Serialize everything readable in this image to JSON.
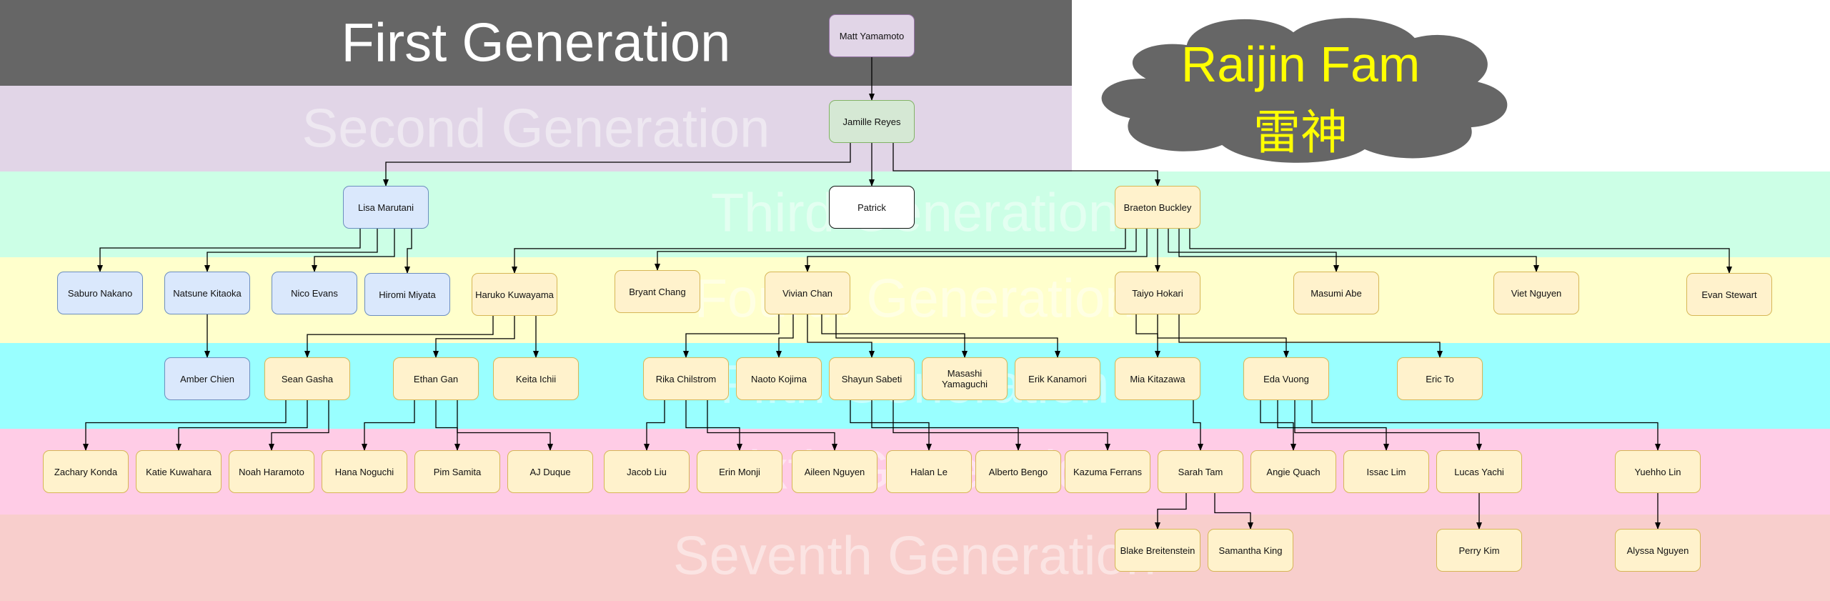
{
  "bands": [
    {
      "id": "first",
      "label": "First Generation"
    },
    {
      "id": "second",
      "label": "Second Generation"
    },
    {
      "id": "third",
      "label": "Third Generation"
    },
    {
      "id": "fourth",
      "label": "Fourth Generation"
    },
    {
      "id": "fifth",
      "label": "Fifth Generation"
    },
    {
      "id": "sixth",
      "label": "Sixth Generation"
    },
    {
      "id": "seventh",
      "label": "Seventh Generation"
    }
  ],
  "cloud": {
    "title": "Raijin Fam",
    "kanji": "雷神"
  },
  "colors": {
    "first_band": "#666666",
    "second_band": "#e1d5e7",
    "third_band": "#ccffe6",
    "fourth_band": "#ffffcc",
    "fifth_band": "#99ffff",
    "sixth_band": "#ffcce6",
    "seventh_band": "#f8cecc",
    "cloud_fill": "#666666",
    "cloud_text": "#ffff00",
    "node_default": "#fff2cc",
    "node_blue": "#dae8fc",
    "node_purple": "#e1d5e7",
    "node_green": "#d5e8d4"
  },
  "people": {
    "matt": "Matt Yamamoto",
    "jamille": "Jamille Reyes",
    "lisa": "Lisa Marutani",
    "patrick": "Patrick",
    "braeton": "Braeton Buckley",
    "saburo": "Saburo Nakano",
    "natsune": "Natsune Kitaoka",
    "nico": "Nico Evans",
    "hiromi": "Hiromi Miyata",
    "haruko": "Haruko Kuwayama",
    "bryant": "Bryant Chang",
    "vivian": "Vivian Chan",
    "taiyo": "Taiyo Hokari",
    "masumi": "Masumi Abe",
    "viet": "Viet Nguyen",
    "evan": "Evan Stewart",
    "amber": "Amber Chien",
    "sean": "Sean Gasha",
    "ethan": "Ethan Gan",
    "keita": "Keita Ichii",
    "rika": "Rika Chilstrom",
    "naoto": "Naoto Kojima",
    "shayun": "Shayun Sabeti",
    "masashi": "Masashi Yamaguchi",
    "erik": "Erik Kanamori",
    "mia": "Mia Kitazawa",
    "eda": "Eda Vuong",
    "eric": "Eric To",
    "zachary": "Zachary Konda",
    "katie": "Katie Kuwahara",
    "noah": "Noah Haramoto",
    "hana": "Hana Noguchi",
    "pim": "Pim Samita",
    "aj": "AJ Duque",
    "jacob": "Jacob Liu",
    "erin": "Erin Monji",
    "aileen": "Aileen Nguyen",
    "halan": "Halan Le",
    "alberto": "Alberto Bengo",
    "kazuma": "Kazuma Ferrans",
    "sarah": "Sarah Tam",
    "angie": "Angie Quach",
    "issac": "Issac Lim",
    "lucas": "Lucas Yachi",
    "yuehho": "Yuehho Lin",
    "blake": "Blake Breitenstein",
    "samantha": "Samantha King",
    "perry": "Perry Kim",
    "alyssa": "Alyssa Nguyen"
  },
  "relations": [
    [
      "matt",
      "jamille"
    ],
    [
      "jamille",
      "lisa"
    ],
    [
      "jamille",
      "patrick"
    ],
    [
      "jamille",
      "braeton"
    ],
    [
      "lisa",
      "saburo"
    ],
    [
      "lisa",
      "natsune"
    ],
    [
      "lisa",
      "nico"
    ],
    [
      "lisa",
      "hiromi"
    ],
    [
      "natsune",
      "amber"
    ],
    [
      "braeton",
      "haruko"
    ],
    [
      "braeton",
      "bryant"
    ],
    [
      "braeton",
      "vivian"
    ],
    [
      "braeton",
      "taiyo"
    ],
    [
      "braeton",
      "masumi"
    ],
    [
      "braeton",
      "viet"
    ],
    [
      "braeton",
      "evan"
    ],
    [
      "haruko",
      "sean"
    ],
    [
      "haruko",
      "ethan"
    ],
    [
      "haruko",
      "keita"
    ],
    [
      "vivian",
      "rika"
    ],
    [
      "vivian",
      "naoto"
    ],
    [
      "vivian",
      "shayun"
    ],
    [
      "vivian",
      "masashi"
    ],
    [
      "vivian",
      "erik"
    ],
    [
      "taiyo",
      "mia"
    ],
    [
      "taiyo",
      "eda"
    ],
    [
      "taiyo",
      "eric"
    ],
    [
      "sean",
      "zachary"
    ],
    [
      "sean",
      "katie"
    ],
    [
      "sean",
      "noah"
    ],
    [
      "ethan",
      "hana"
    ],
    [
      "ethan",
      "pim"
    ],
    [
      "ethan",
      "aj"
    ],
    [
      "rika",
      "jacob"
    ],
    [
      "rika",
      "erin"
    ],
    [
      "rika",
      "aileen"
    ],
    [
      "shayun",
      "halan"
    ],
    [
      "shayun",
      "alberto"
    ],
    [
      "shayun",
      "kazuma"
    ],
    [
      "mia",
      "sarah"
    ],
    [
      "eda",
      "angie"
    ],
    [
      "eda",
      "issac"
    ],
    [
      "eda",
      "lucas"
    ],
    [
      "eda",
      "yuehho"
    ],
    [
      "sarah",
      "blake"
    ],
    [
      "sarah",
      "samantha"
    ],
    [
      "lucas",
      "perry"
    ],
    [
      "yuehho",
      "alyssa"
    ]
  ]
}
